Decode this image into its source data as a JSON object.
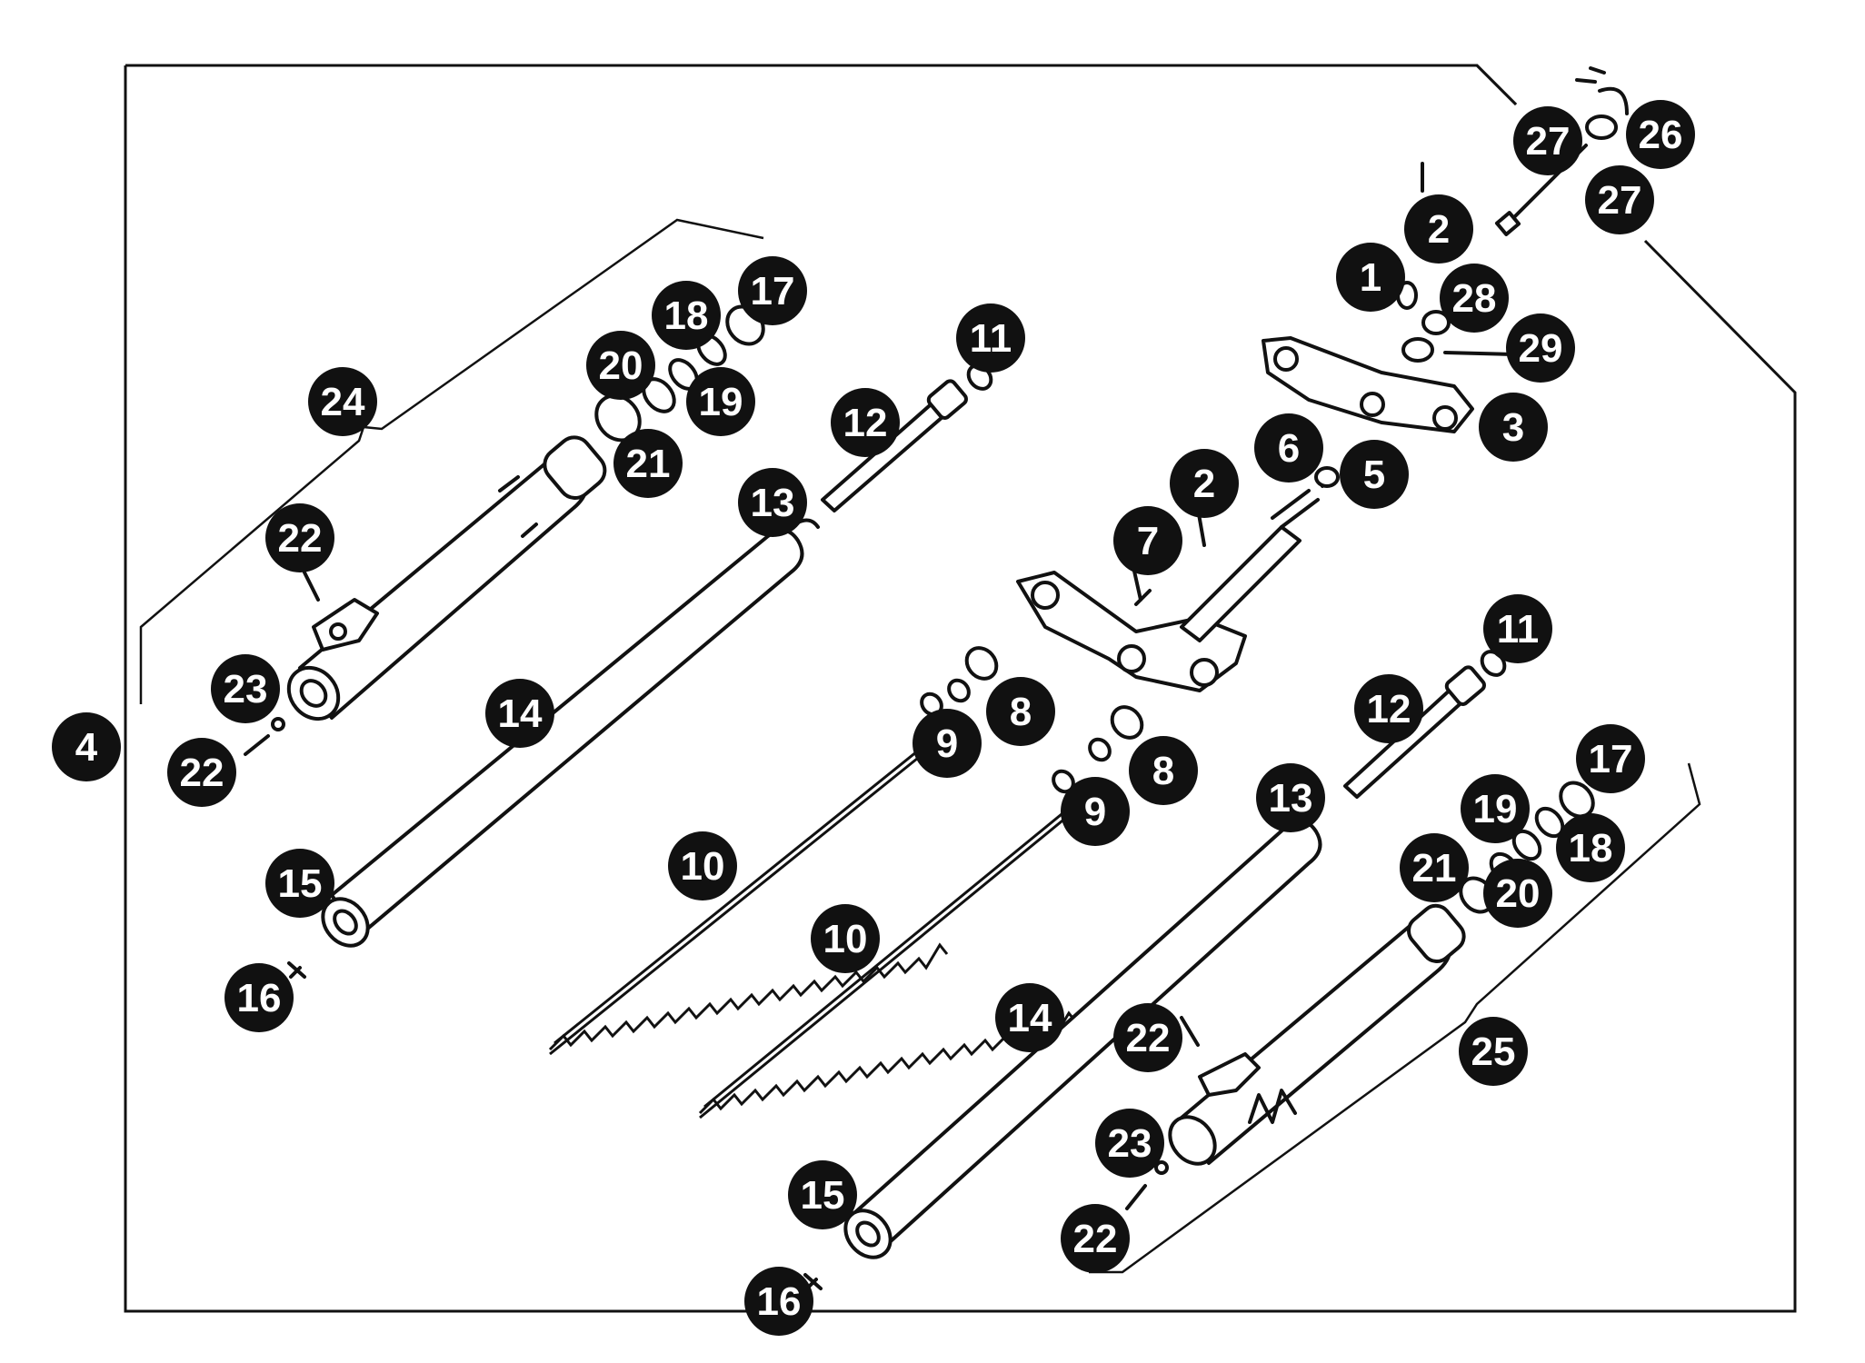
{
  "diagram": {
    "callouts": [
      {
        "id": "c1",
        "label": "1"
      },
      {
        "id": "c2a",
        "label": "2"
      },
      {
        "id": "c2b",
        "label": "2"
      },
      {
        "id": "c3",
        "label": "3"
      },
      {
        "id": "c4",
        "label": "4"
      },
      {
        "id": "c5",
        "label": "5"
      },
      {
        "id": "c6",
        "label": "6"
      },
      {
        "id": "c7",
        "label": "7"
      },
      {
        "id": "c8a",
        "label": "8"
      },
      {
        "id": "c8b",
        "label": "8"
      },
      {
        "id": "c9a",
        "label": "9"
      },
      {
        "id": "c9b",
        "label": "9"
      },
      {
        "id": "c10a",
        "label": "10"
      },
      {
        "id": "c10b",
        "label": "10"
      },
      {
        "id": "c11a",
        "label": "11"
      },
      {
        "id": "c11b",
        "label": "11"
      },
      {
        "id": "c12a",
        "label": "12"
      },
      {
        "id": "c12b",
        "label": "12"
      },
      {
        "id": "c13a",
        "label": "13"
      },
      {
        "id": "c13b",
        "label": "13"
      },
      {
        "id": "c14a",
        "label": "14"
      },
      {
        "id": "c14b",
        "label": "14"
      },
      {
        "id": "c15a",
        "label": "15"
      },
      {
        "id": "c15b",
        "label": "15"
      },
      {
        "id": "c16a",
        "label": "16"
      },
      {
        "id": "c16b",
        "label": "16"
      },
      {
        "id": "c17a",
        "label": "17"
      },
      {
        "id": "c17b",
        "label": "17"
      },
      {
        "id": "c18a",
        "label": "18"
      },
      {
        "id": "c18b",
        "label": "18"
      },
      {
        "id": "c19a",
        "label": "19"
      },
      {
        "id": "c19b",
        "label": "19"
      },
      {
        "id": "c20a",
        "label": "20"
      },
      {
        "id": "c20b",
        "label": "20"
      },
      {
        "id": "c21a",
        "label": "21"
      },
      {
        "id": "c21b",
        "label": "21"
      },
      {
        "id": "c22a",
        "label": "22"
      },
      {
        "id": "c22b",
        "label": "22"
      },
      {
        "id": "c22c",
        "label": "22"
      },
      {
        "id": "c22d",
        "label": "22"
      },
      {
        "id": "c23a",
        "label": "23"
      },
      {
        "id": "c23b",
        "label": "23"
      },
      {
        "id": "c24",
        "label": "24"
      },
      {
        "id": "c25",
        "label": "25"
      },
      {
        "id": "c26",
        "label": "26"
      },
      {
        "id": "c27a",
        "label": "27"
      },
      {
        "id": "c27b",
        "label": "27"
      },
      {
        "id": "c28",
        "label": "28"
      },
      {
        "id": "c29",
        "label": "29"
      }
    ]
  }
}
